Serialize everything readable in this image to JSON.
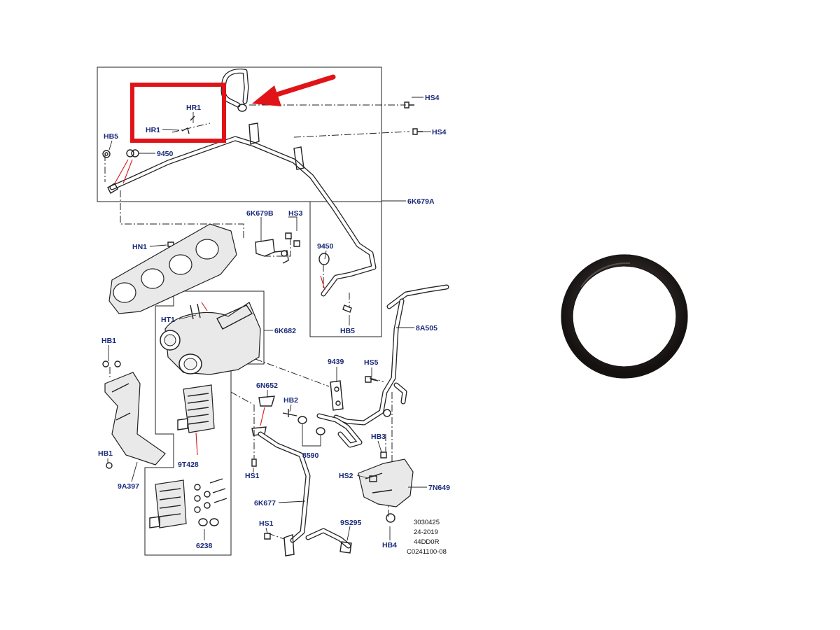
{
  "callouts": {
    "hr1_top": "HR1",
    "hr1_left": "HR1",
    "hs4_a": "HS4",
    "hs4_b": "HS4",
    "hb5_top": "HB5",
    "p9450_top": "9450",
    "p6k679a": "6K679A",
    "p6k679b": "6K679B",
    "hs3": "HS3",
    "hn1": "HN1",
    "p9450_mid": "9450",
    "hb5_mid": "HB5",
    "ht1": "HT1",
    "p6k682": "6K682",
    "p8a505": "8A505",
    "hb1_top": "HB1",
    "p9439": "9439",
    "hs5": "HS5",
    "p6n652": "6N652",
    "hb2": "HB2",
    "hb3": "HB3",
    "p8590": "8590",
    "hb1_bottom": "HB1",
    "p9t428": "9T428",
    "hs1_mid": "HS1",
    "hs2": "HS2",
    "p7n649": "7N649",
    "p9a397": "9A397",
    "p6k677": "6K677",
    "hs1_bottom": "HS1",
    "p9s295": "9S295",
    "hb4": "HB4",
    "p6238": "6238"
  },
  "reference": {
    "line1": "3030425",
    "line2": "24-2019",
    "line3": "44DD0R",
    "line4": "C0241100-08"
  },
  "colors": {
    "label": "#1a2a7a",
    "highlight": "#e01418",
    "line": "#222222",
    "oring": "#2a2523"
  }
}
